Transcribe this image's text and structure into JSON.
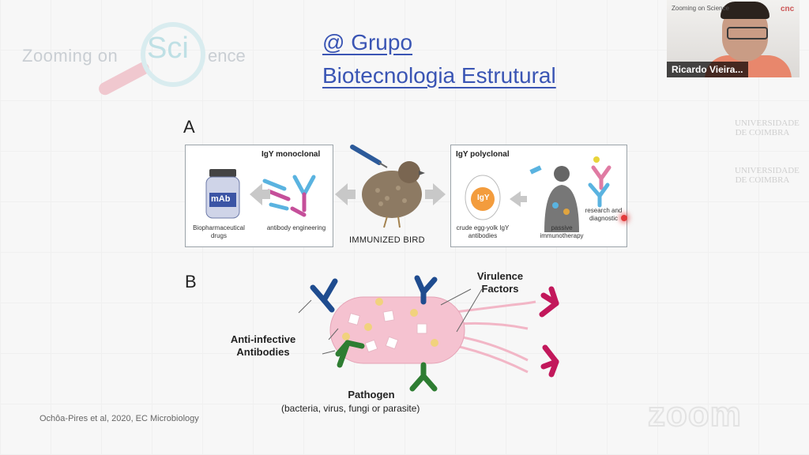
{
  "branding": {
    "logo_left": "Zooming on",
    "logo_sci": "Sci",
    "logo_right": "ence"
  },
  "slide": {
    "title_line1": "@ Grupo",
    "title_line2": "Biotecnologia Estrutural",
    "citation_text": "Ochôa-Pires et al, 2020, EC Microbiology"
  },
  "figure": {
    "label_a": "A",
    "label_b": "B",
    "panel_left_title": "IgY monoclonal",
    "mab_text": "mAb",
    "biopharm_label": "Biopharmaceutical drugs",
    "engineering_label": "antibody engineering",
    "bird_label": "IMMUNIZED BIRD",
    "panel_right_title": "IgY polyclonal",
    "igy_badge": "IgY",
    "egg_label": "crude egg-yolk IgY antibodies",
    "passive_label": "passive immunotherapy",
    "research_label": "research and diagnostic",
    "virulence_label_1": "Virulence",
    "virulence_label_2": "Factors",
    "anti_label_1": "Anti-infective",
    "anti_label_2": "Antibodies",
    "pathogen_label": "Pathogen",
    "pathogen_sub": "(bacteria, virus, fungi or parasite)"
  },
  "video": {
    "participant_name": "Ricardo Vieira...",
    "camera_logo_text": "Zooming on Science",
    "cnc_logo": "cnc",
    "uc_label": "UNIVERSIDADE DE COIMBRA"
  },
  "zoom_watermark": "zoom",
  "colors": {
    "title_blue": "#3a55b4",
    "antibody_blue": "#1f4c8f",
    "antibody_green": "#2e7d32",
    "antibody_pink": "#c2185b",
    "pathogen_fill": "#f5c2d0"
  }
}
